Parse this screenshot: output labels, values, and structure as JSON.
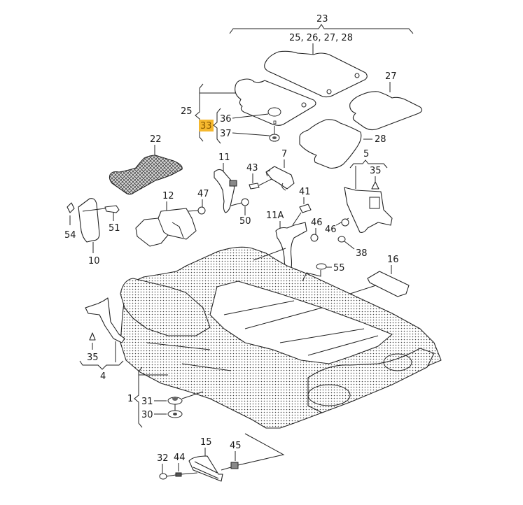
{
  "diagram": {
    "title": "Floor covering / floor mats parts diagram",
    "highlight_color": "#f5b82e",
    "highlighted_part": "33",
    "callouts": {
      "p23": "23",
      "p25_26_27_28": "25, 26, 27, 28",
      "p27": "27",
      "p28": "28",
      "p25": "25",
      "p33": "33",
      "p36": "36",
      "p37": "37",
      "p22": "22",
      "p11": "11",
      "p7": "7",
      "p43": "43",
      "p5": "5",
      "p35a": "35",
      "p12": "12",
      "p47": "47",
      "p41": "41",
      "p54": "54",
      "p51": "51",
      "p50": "50",
      "p11a": "11A",
      "p46a": "46",
      "p46b": "46",
      "p38": "38",
      "p10": "10",
      "p55": "55",
      "p16": "16",
      "p35b": "35",
      "p4": "4",
      "p1": "1",
      "p31": "31",
      "p30": "30",
      "p15": "15",
      "p45": "45",
      "p32": "32",
      "p44": "44"
    }
  }
}
